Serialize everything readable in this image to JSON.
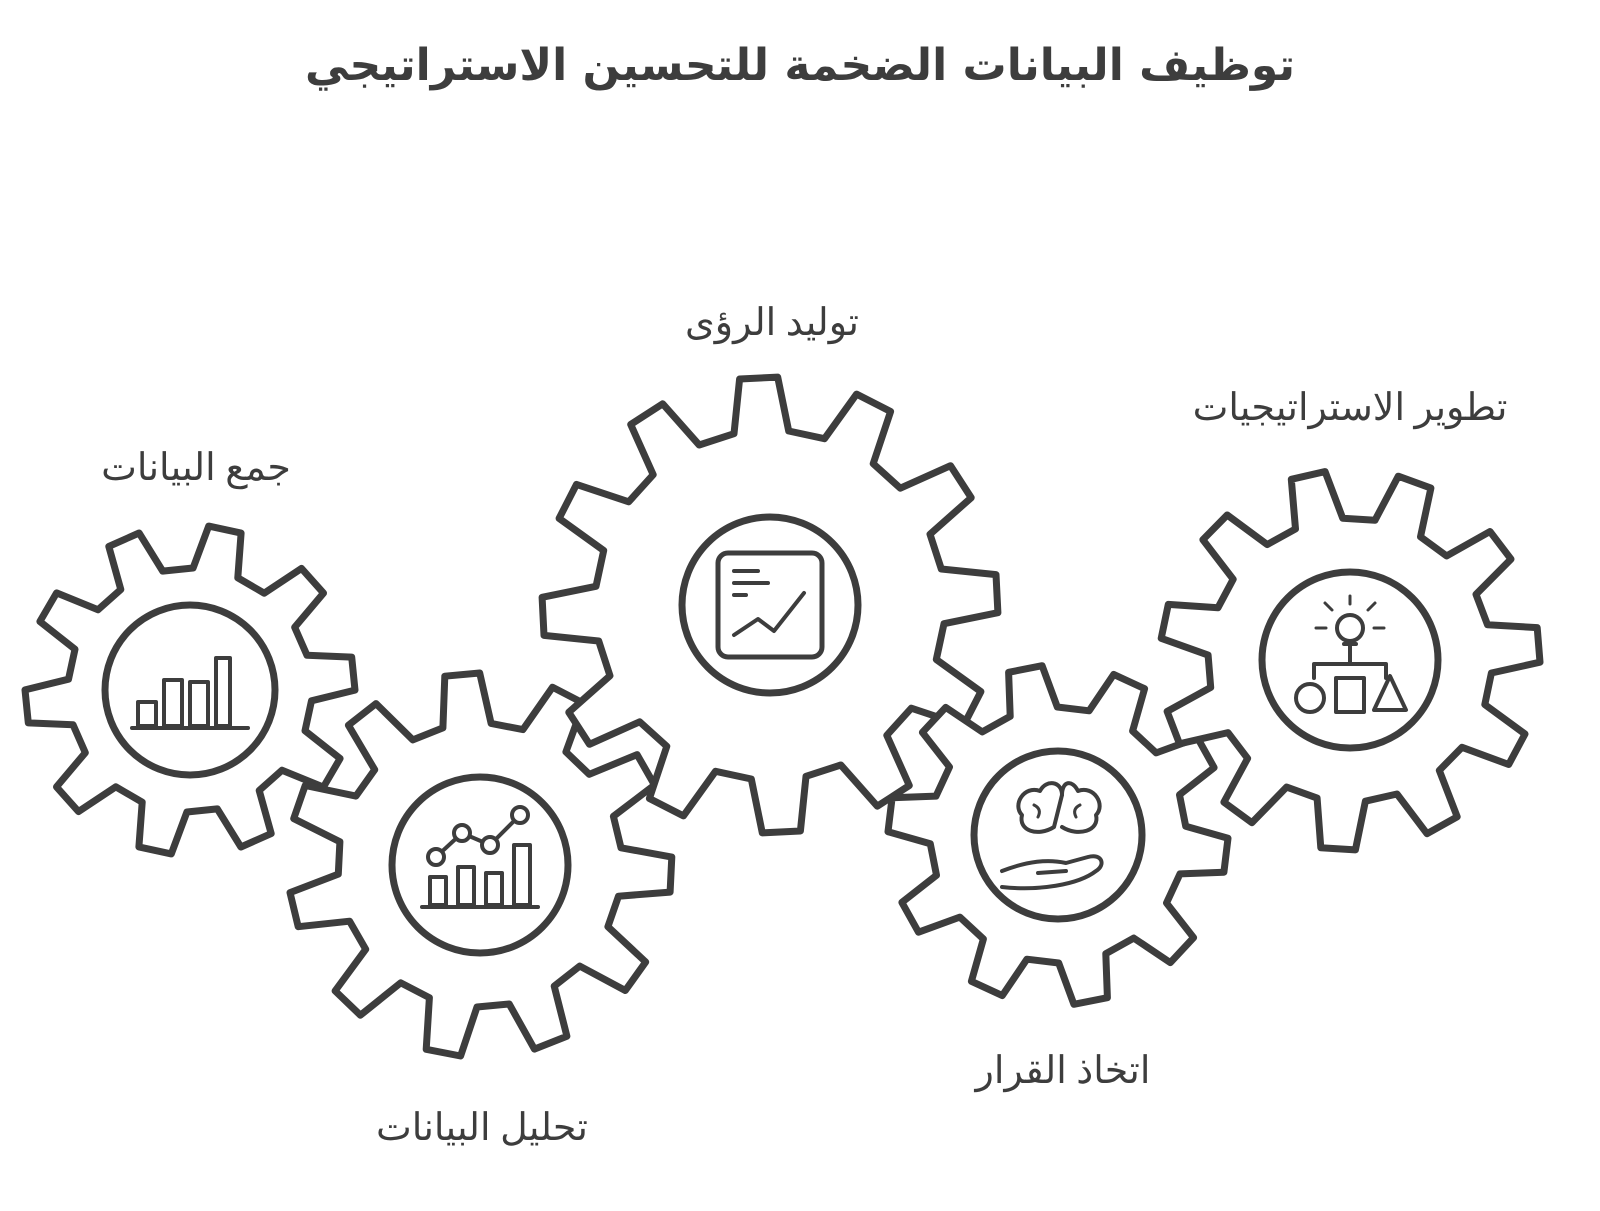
{
  "title": "توظيف البيانات الضخمة للتحسين الاستراتيجي",
  "stages": [
    {
      "id": "collect",
      "label": "جمع البيانات",
      "icon": "bar-chart-icon"
    },
    {
      "id": "analyze",
      "label": "تحليل البيانات",
      "icon": "chart-trend-icon"
    },
    {
      "id": "insights",
      "label": "توليد الرؤى",
      "icon": "presentation-board-icon"
    },
    {
      "id": "decide",
      "label": "اتخاذ القرار",
      "icon": "brain-hand-icon"
    },
    {
      "id": "strategy",
      "label": "تطوير الاستراتيجيات",
      "icon": "idea-shapes-icon"
    }
  ],
  "colors": {
    "stroke": "#3d3d3d",
    "background": "#ffffff"
  }
}
